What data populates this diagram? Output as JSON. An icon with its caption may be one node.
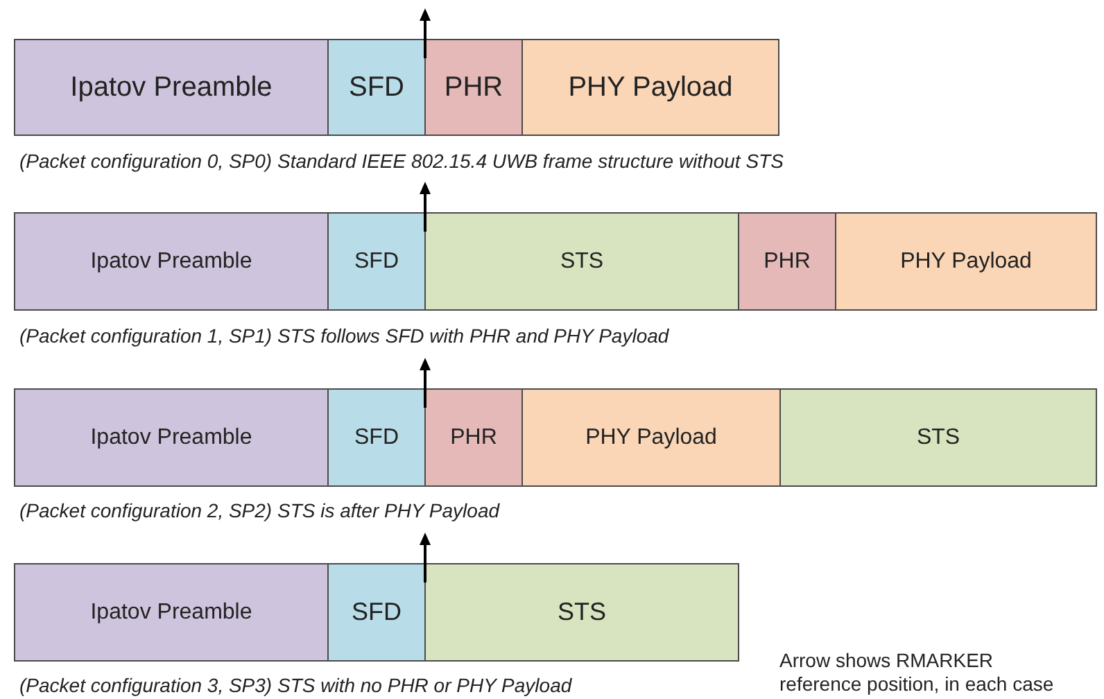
{
  "diagram": {
    "nodes": [
      {
        "text": [
          "Ipatov Preamble"
        ]
      },
      {
        "text": [
          "SFD"
        ]
      },
      {
        "text": [
          "PHR"
        ]
      },
      {
        "text": [
          "PHY Payload"
        ]
      },
      {
        "text": [
          "Ipatov Preamble"
        ]
      },
      {
        "text": [
          "SFD"
        ]
      },
      {
        "text": [
          "STS"
        ]
      },
      {
        "text": [
          "PHR"
        ]
      },
      {
        "text": [
          "PHY Payload"
        ]
      },
      {
        "text": [
          "Ipatov Preamble"
        ]
      },
      {
        "text": [
          "SFD"
        ]
      },
      {
        "text": [
          "PHR"
        ]
      },
      {
        "text": [
          "PHY Payload"
        ]
      },
      {
        "text": [
          "STS"
        ]
      },
      {
        "text": [
          "Ipatov Preamble"
        ]
      },
      {
        "text": [
          "SFD"
        ]
      },
      {
        "text": [
          "STS"
        ]
      }
    ],
    "labels": [
      "(Packet configuration 0, SP0) Standard IEEE 802.15.4 UWB frame structure without STS",
      "(Packet configuration 1, SP1) STS follows SFD with PHR and PHY Payload",
      "(Packet configuration 2, SP2) STS is after PHY Payload",
      "(Packet configuration 3, SP3) STS with no PHR or PHY Payload",
      "Arrow shows RMARKER reference position, in each case"
    ]
  }
}
